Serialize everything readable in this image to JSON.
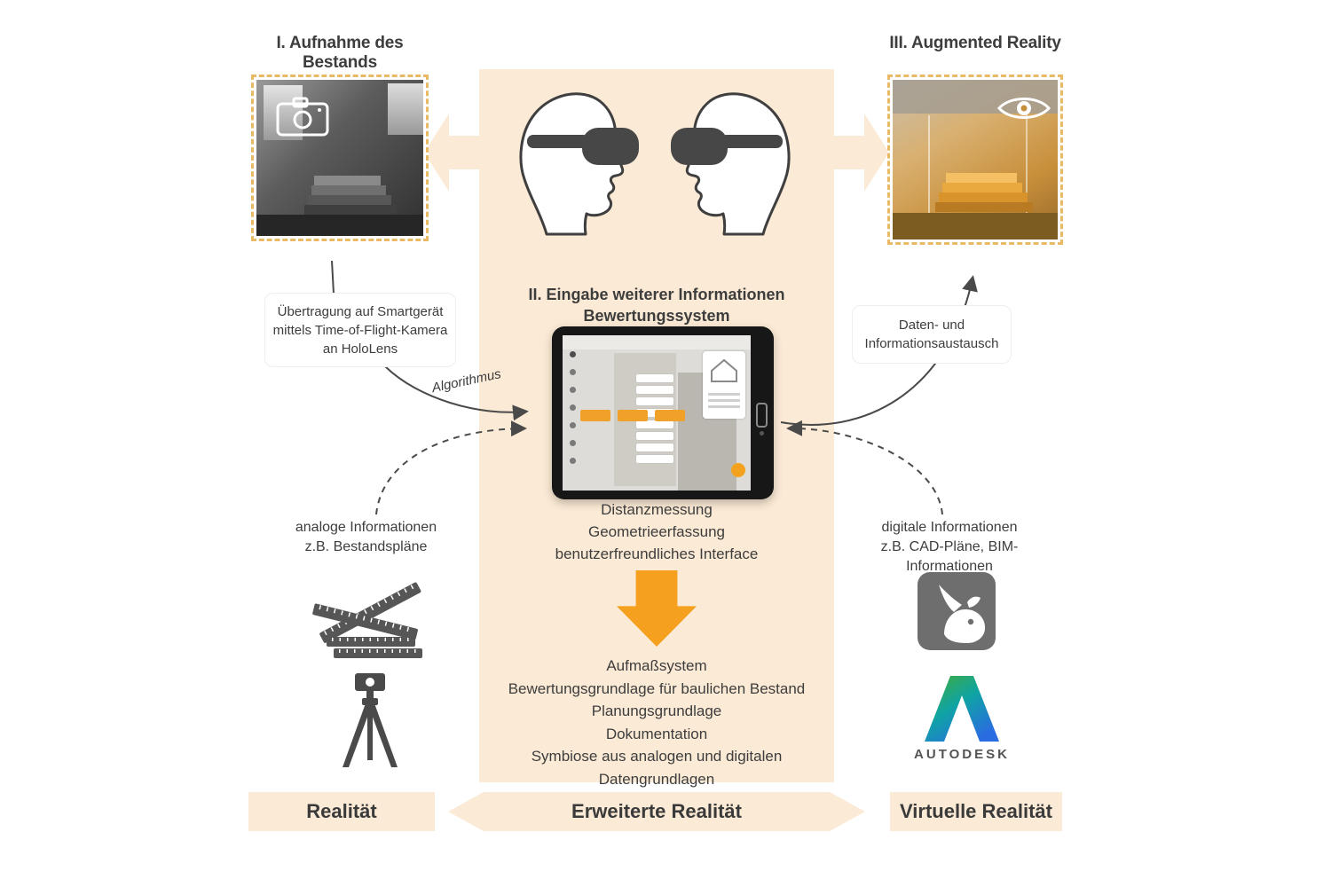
{
  "colors": {
    "band_peach": "#fbead5",
    "accent_orange": "#f5a11f",
    "text_dark": "#3d3d3d",
    "icon_gray": "#565656",
    "rhino_gray": "#6e6e6e",
    "autodesk_green": "#44ad34",
    "autodesk_blue": "#2a6be2"
  },
  "icons": [
    "camera-icon",
    "eye-icon",
    "vr-headset-head-icon",
    "folding-ruler-icon",
    "tripod-icon",
    "rhino-logo",
    "autodesk-logo",
    "down-arrow-icon"
  ],
  "sections": {
    "left": {
      "title": "I. Aufnahme des Bestands",
      "transfer_note_lines": [
        "Übertragung auf Smartgerät",
        "mittels Time-of-Flight-Kamera",
        "an HoloLens"
      ],
      "algorithm_label": "Algorithmus",
      "analog_info_lines": [
        "analoge Informationen",
        "z.B. Bestandspläne"
      ],
      "bottom_band": "Realität"
    },
    "center": {
      "heading_line1": "II. Eingabe weiterer Informationen",
      "heading_line2": "Bewertungssystem",
      "features": [
        "Distanzmessung",
        "Geometrieerfassung",
        "benutzerfreundliches Interface"
      ],
      "outcomes": [
        "Aufmaßsystem",
        "Bewertungsgrundlage für baulichen Bestand",
        "Planungsgrundlage",
        "Dokumentation",
        "Symbiose aus analogen und digitalen Datengrundlagen"
      ],
      "bottom_band": "Erweiterte Realität"
    },
    "right": {
      "title": "III. Augmented Reality",
      "exchange_note_lines": [
        "Daten- und",
        "Informationsaustausch"
      ],
      "digital_info_lines": [
        "digitale Informationen",
        "z.B. CAD-Pläne, BIM-Informationen"
      ],
      "autodesk_label": "AUTODESK",
      "bottom_band": "Virtuelle Realität"
    }
  }
}
